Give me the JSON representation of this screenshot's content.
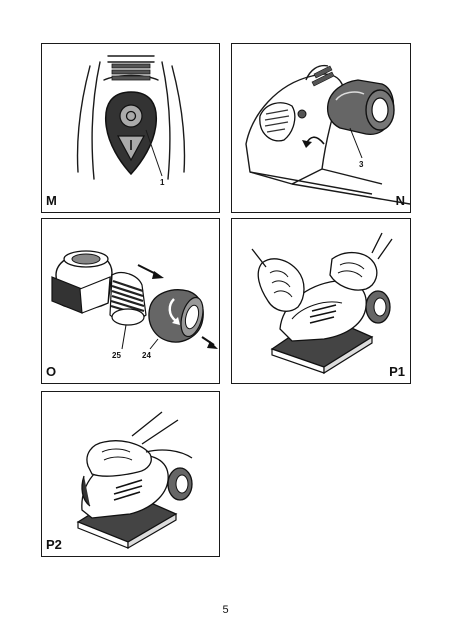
{
  "panels": {
    "m": {
      "label": "M",
      "callouts": [
        "1"
      ]
    },
    "n": {
      "label": "N",
      "callouts": [
        "3"
      ]
    },
    "o": {
      "label": "O",
      "callouts": [
        "25",
        "24"
      ]
    },
    "p1": {
      "label": "P1"
    },
    "p2": {
      "label": "P2"
    }
  },
  "page_number": "5",
  "icons": {
    "m": "sander-power-switch-illustration",
    "n": "dust-canister-attach-illustration",
    "o": "dust-canister-filter-illustration",
    "p1": "two-hand-sanding-illustration",
    "p2": "one-hand-sanding-illustration"
  },
  "colors": {
    "line": "#1a1a1a",
    "shade": "#555555",
    "dark": "#222222"
  }
}
